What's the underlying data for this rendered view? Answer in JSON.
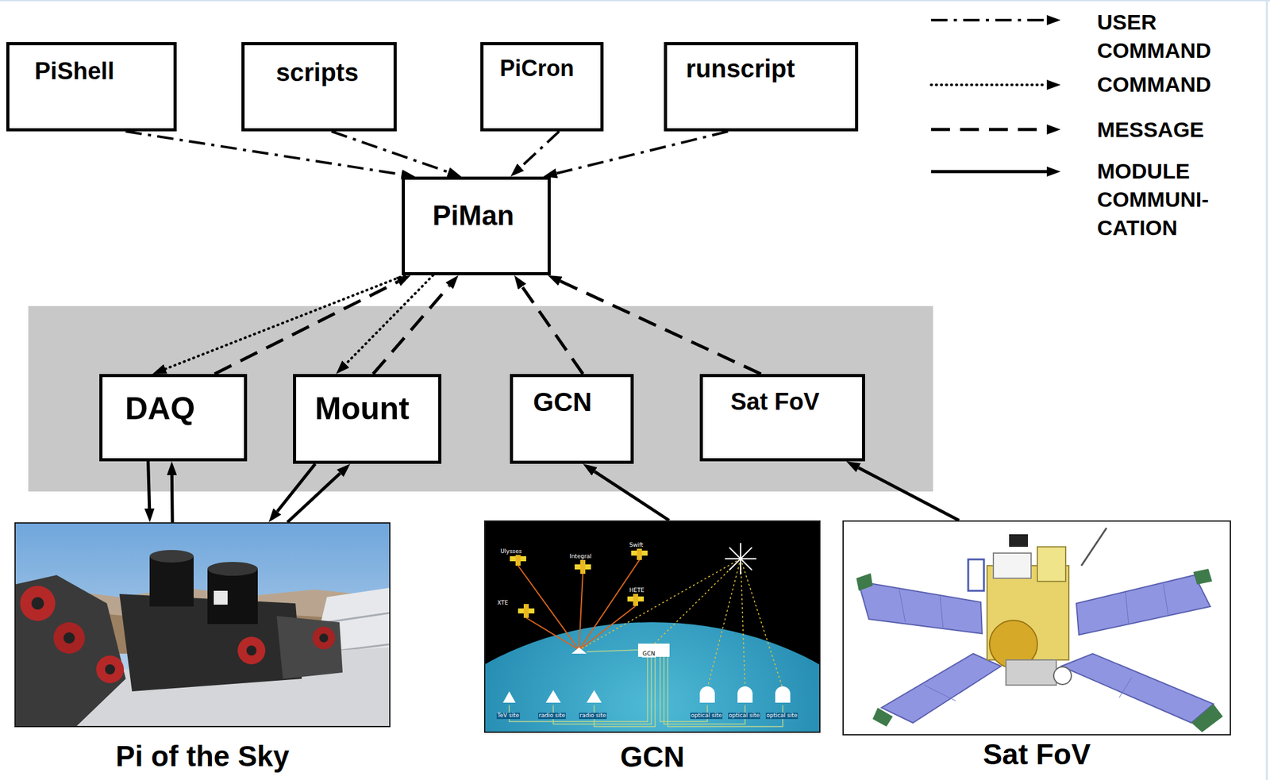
{
  "diagram": {
    "nodes": [
      {
        "text": [
          "PiShell"
        ]
      },
      {
        "text": [
          "scripts"
        ]
      },
      {
        "text": [
          "PiCron"
        ]
      },
      {
        "text": [
          "runscript"
        ]
      },
      {
        "text": [
          "PiMan"
        ]
      },
      {
        "text": [
          "DAQ"
        ]
      },
      {
        "text": [
          "Mount"
        ]
      },
      {
        "text": [
          "GCN"
        ]
      },
      {
        "text": [
          "Sat FoV"
        ]
      },
      {
        "text": [
          "Pi of the Sky"
        ]
      },
      {
        "text": [
          "GCN"
        ]
      },
      {
        "text": [
          "Sat FoV"
        ]
      }
    ],
    "edges": [
      {
        "from": 0,
        "to": 4,
        "arrow": "to"
      },
      {
        "from": 1,
        "to": 4,
        "arrow": "to"
      },
      {
        "from": 2,
        "to": 4,
        "arrow": "to"
      },
      {
        "from": 3,
        "to": 4,
        "arrow": "to"
      },
      {
        "from": 4,
        "to": 5,
        "arrow": "to"
      },
      {
        "from": 5,
        "to": 4,
        "arrow": "to"
      },
      {
        "from": 4,
        "to": 6,
        "arrow": "to"
      },
      {
        "from": 6,
        "to": 4,
        "arrow": "to"
      },
      {
        "from": 7,
        "to": 4,
        "arrow": "to"
      },
      {
        "from": 8,
        "to": 4,
        "arrow": "to"
      },
      {
        "from": 5,
        "to": 9,
        "arrow": "to"
      },
      {
        "from": 9,
        "to": 5,
        "arrow": "to"
      },
      {
        "from": 6,
        "to": 9,
        "arrow": "to"
      },
      {
        "from": 9,
        "to": 6,
        "arrow": "to"
      },
      {
        "from": 10,
        "to": 7,
        "arrow": "to"
      },
      {
        "from": 11,
        "to": 8,
        "arrow": "to"
      }
    ],
    "labels": [
      "Ulysses",
      "Integral",
      "Swift",
      "XTE",
      "HETE",
      "GCN",
      "TeV site",
      "radio site",
      "radio site",
      "optical site",
      "optical site",
      "optical site"
    ],
    "legend": [
      {
        "text": "USER COMMAND"
      },
      {
        "text": "COMMAND"
      },
      {
        "text": "MESSAGE"
      },
      {
        "text": "MODULE COMMUNI- CATION"
      }
    ]
  }
}
